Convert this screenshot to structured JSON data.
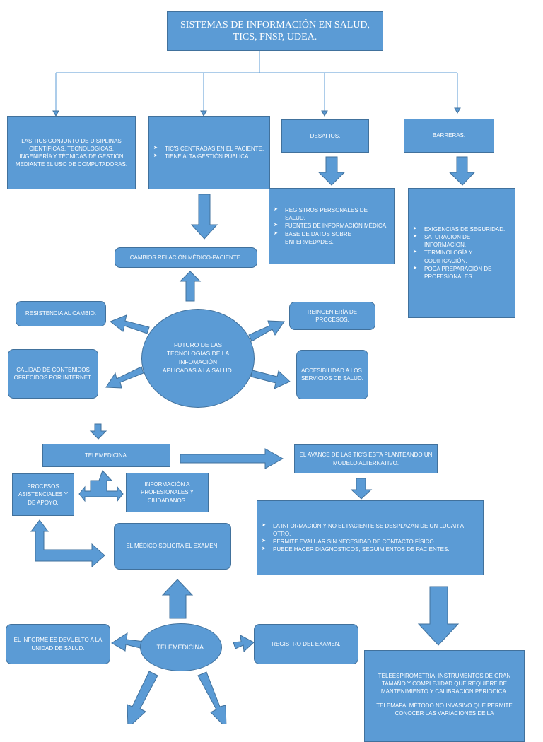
{
  "title": "SISTEMAS DE INFORMACIÓN EN SALUD, TICS, FNSP, UDEA.",
  "definicion": "LAS TICS CONJUNTO DE DISIPLINAS CIENTÍFICAS, TECNOLÓGICAS, INGENIERÍA Y TÉCNICAS DE GESTIÓN MEDIANTE EL USO DE COMPUTADORAS.",
  "centradas": [
    "TIC'S CENTRADAS EN EL PACIENTE.",
    "TIENE ALTA GESTIÓN PÚBLICA."
  ],
  "desafios": {
    "label": "DESAFIOS.",
    "items": [
      "REGISTROS PERSONALES DE SALUD.",
      "FUENTES DE INFORMACIÓN MÉDICA.",
      "BASE DE DATOS SOBRE ENFERMEDADES."
    ]
  },
  "barreras": {
    "label": "BARRERAS.",
    "items": [
      "EXIGENCIAS DE SEGURIDAD.",
      "SATURACION DE INFORMACION.",
      "TERMINOLOGÍA Y CODIFICACIÓN.",
      "POCA PREPARACIÓN DE PROFESIONALES."
    ]
  },
  "cambios": "CAMBIOS RELACIÓN MÉDICO-PACIENTE.",
  "futuro": "FUTURO DE LAS TECNOLOGÍAS DE LA INFOMACIÓN APLICADAS A LA SALUD.",
  "resistencia": "RESISTENCIA AL CAMBIO.",
  "calidad": "CALIDAD DE CONTENIDOS OFRECIDOS POR INTERNET.",
  "reingenieria": "REINGENIERÍA DE PROCESOS.",
  "accesibilidad": "ACCESIBILIDAD A LOS SERVICIOS DE SALUD.",
  "telemedicina": "TELEMEDICINA.",
  "avance": "EL AVANCE DE LAS TIC'S  ESTA PLANTEANDO UN MODELO ALTERNATIVO.",
  "procesos": "PROCESOS ASISTENCIALES Y DE APOYO.",
  "informacion": "INFORMACIÓN A PROFESIONALES Y CIUDADANOS.",
  "modelo_items": [
    "LA INFORMACIÓN Y NO EL PACIENTE SE DESPLAZAN DE UN LUGAR A OTRO.",
    "PERMITE EVALUAR SIN NECESIDAD DE CONTACTO FÍSICO.",
    "PUEDE HACER DIAGNOSTICOS, SEGUIMIENTOS DE PACIENTES."
  ],
  "medico": "EL MÉDICO SOLICITA EL EXAMEN.",
  "telemedicina2": "TELEMEDICINA.",
  "informe": "EL INFORME ES DEVUELTO A LA UNIDAD DE SALUD.",
  "registro": "REGISTRO DEL EXAMEN.",
  "teleespirometria": "TELEESPIROMETRIA: INSTRUMENTOS DE  GRAN TAMAÑO Y COMPLEJIDAD QUE REQUIERE DE MANTENIMIENTO Y CALIBRACION PERIODICA.",
  "telemapa": "TELEMAPA: MÉTODO NO INVASIVO QUE PERMITE CONOCER LAS VARIACIONES DE LA",
  "colors": {
    "box_fill": "#5b9bd5",
    "box_border": "#41719c",
    "text": "#ffffff"
  }
}
